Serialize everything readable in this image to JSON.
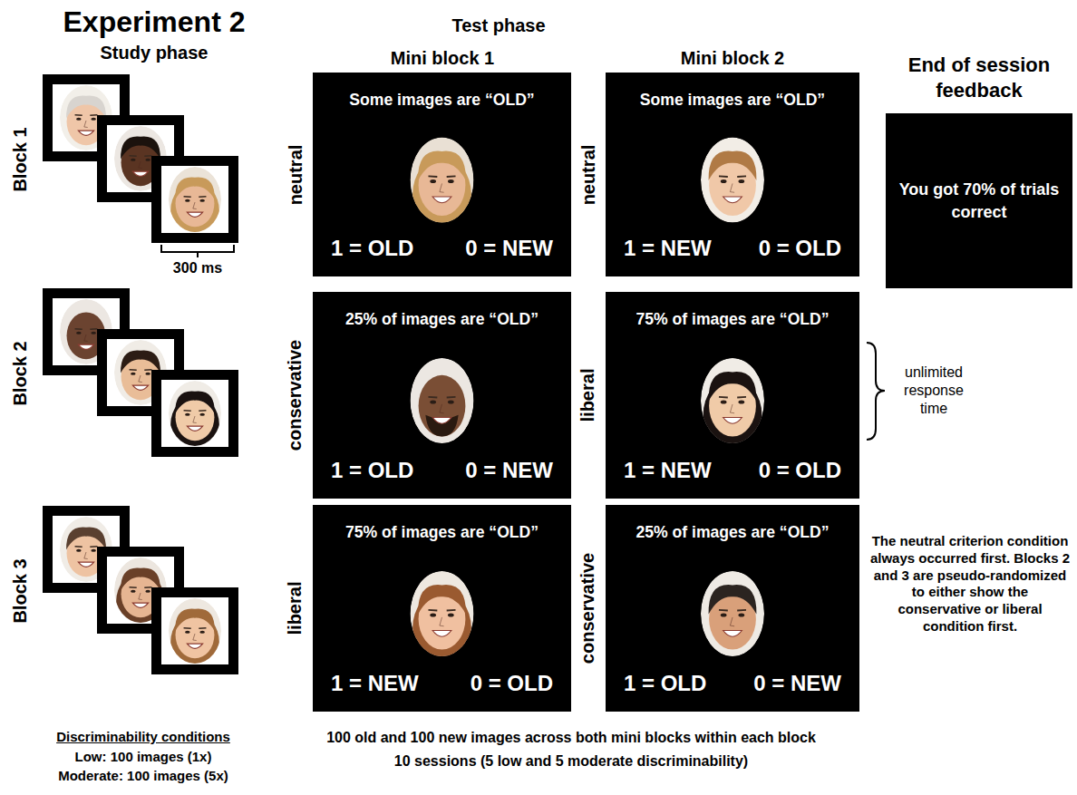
{
  "diagram": {
    "title": "Experiment 2",
    "nodes": [
      {
        "text": [
          "neutral",
          "Some images are “OLD”",
          "1 = OLD",
          "0 = NEW"
        ]
      },
      {
        "text": [
          "neutral",
          "Some images are “OLD”",
          "1 = NEW",
          "0 = OLD"
        ]
      },
      {
        "text": [
          "End of session feedback",
          "You got 70% of trials correct"
        ]
      },
      {
        "text": [
          "conservative",
          "25% of images are “OLD”",
          "1 = OLD",
          "0 = NEW"
        ]
      },
      {
        "text": [
          "liberal",
          "75% of images are “OLD”",
          "1 = NEW",
          "0 = OLD"
        ]
      },
      {
        "text": [
          "liberal",
          "75% of images are “OLD”",
          "1 = NEW",
          "0 = OLD"
        ]
      },
      {
        "text": [
          "conservative",
          "25% of images are “OLD”",
          "1 = OLD",
          "0 = NEW"
        ]
      }
    ],
    "labels": [
      "Study phase",
      "Block 1",
      "Block 2",
      "Block 3",
      "300 ms",
      "Test phase",
      "Mini block 1",
      "Mini block 2",
      "unlimited response time",
      "The neutral criterion condition always occurred first. Blocks 2 and 3 are pseudo-randomized to either show the conservative or liberal condition first.",
      "Discriminability conditions",
      "Low: 100 images (1x)",
      "Moderate: 100 images (5x)",
      "100 old and 100 new images across both mini blocks within each block",
      "10 sessions (5 low and 5 moderate discriminability)"
    ]
  }
}
